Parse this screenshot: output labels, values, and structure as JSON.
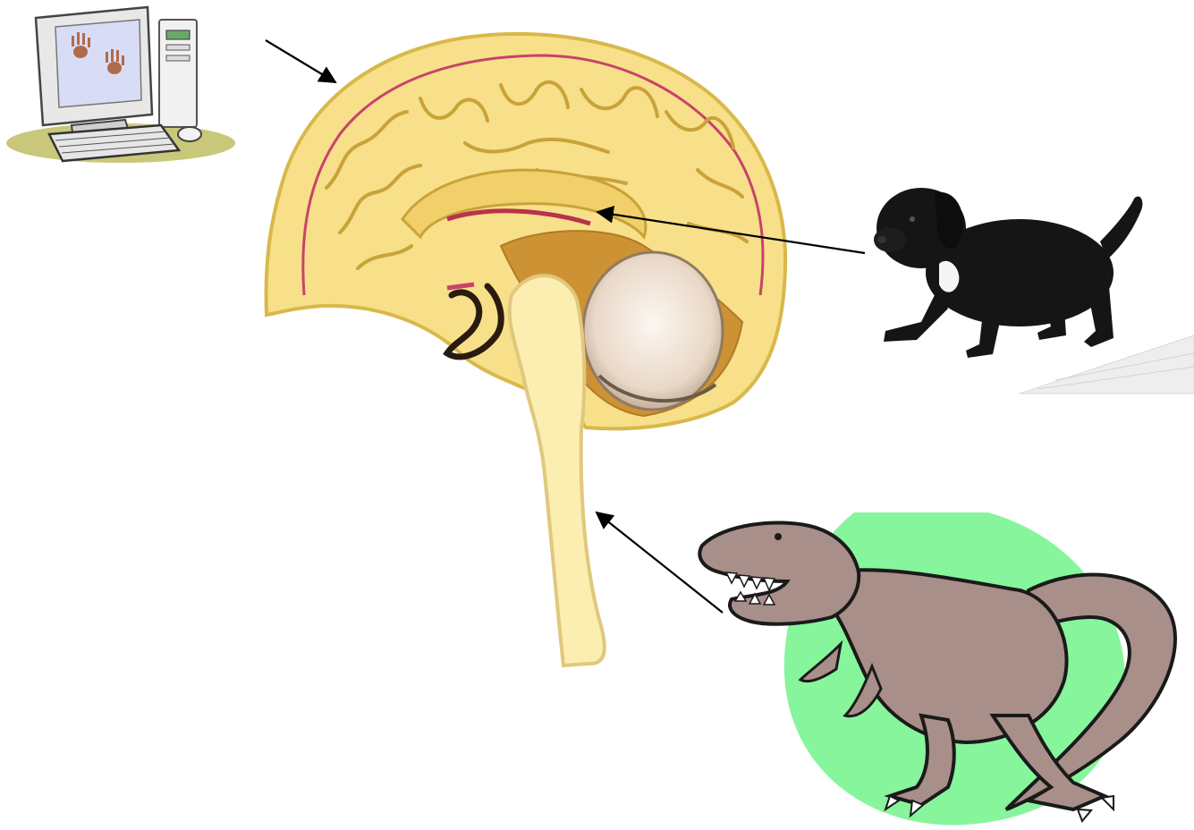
{
  "diagram": {
    "illustrations": [
      {
        "id": "computer",
        "icon": "computer-icon"
      },
      {
        "id": "brain",
        "icon": "brain-cross-section-icon"
      },
      {
        "id": "puppy",
        "icon": "puppy-icon"
      },
      {
        "id": "dinosaur",
        "icon": "t-rex-icon"
      }
    ],
    "arrows": [
      {
        "from": "computer",
        "to": "brain-cerebral-cortex"
      },
      {
        "from": "puppy",
        "to": "brain-limbic-system"
      },
      {
        "from": "dinosaur",
        "to": "brain-stem"
      }
    ],
    "colors": {
      "brain_fill": "#f7e089",
      "brain_outline": "#d9b84a",
      "brain_membrane": "#c9426b",
      "brain_stem": "#fbeeb0",
      "cerebellum": "#ead8c8",
      "limbic": "#c98a2a",
      "dino_circle": "#86f59c",
      "dino_body": "#a88f89",
      "puppy": "#151515",
      "monitor": "#d9dcf5",
      "mat": "#c9c77a"
    }
  }
}
